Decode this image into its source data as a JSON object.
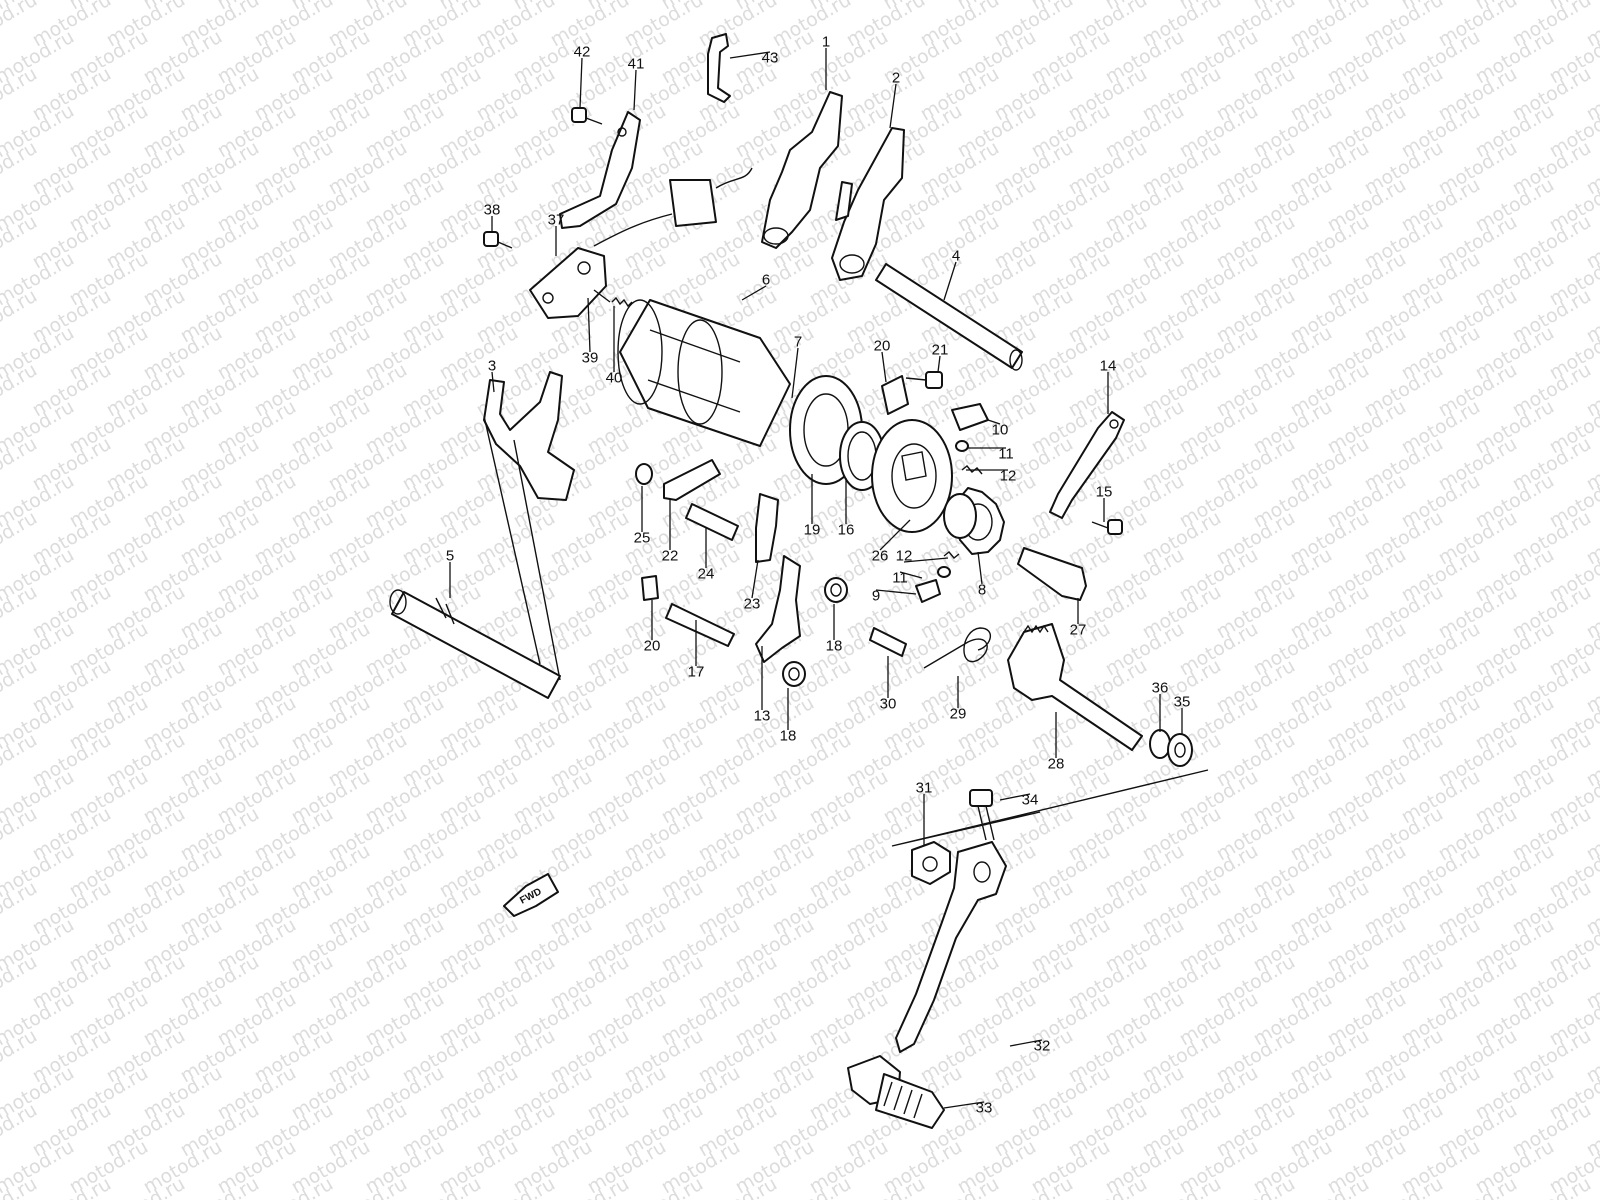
{
  "watermark": {
    "text": "motod.ru"
  },
  "direction_marker": {
    "text": "FWD"
  },
  "callouts": [
    "1",
    "2",
    "3",
    "4",
    "5",
    "6",
    "7",
    "8",
    "9",
    "10",
    "11",
    "11",
    "12",
    "12",
    "13",
    "14",
    "15",
    "16",
    "17",
    "18",
    "18",
    "19",
    "20",
    "20",
    "21",
    "22",
    "23",
    "24",
    "25",
    "26",
    "27",
    "28",
    "29",
    "30",
    "31",
    "32",
    "33",
    "34",
    "35",
    "36",
    "37",
    "38",
    "39",
    "40",
    "41",
    "42",
    "43"
  ]
}
